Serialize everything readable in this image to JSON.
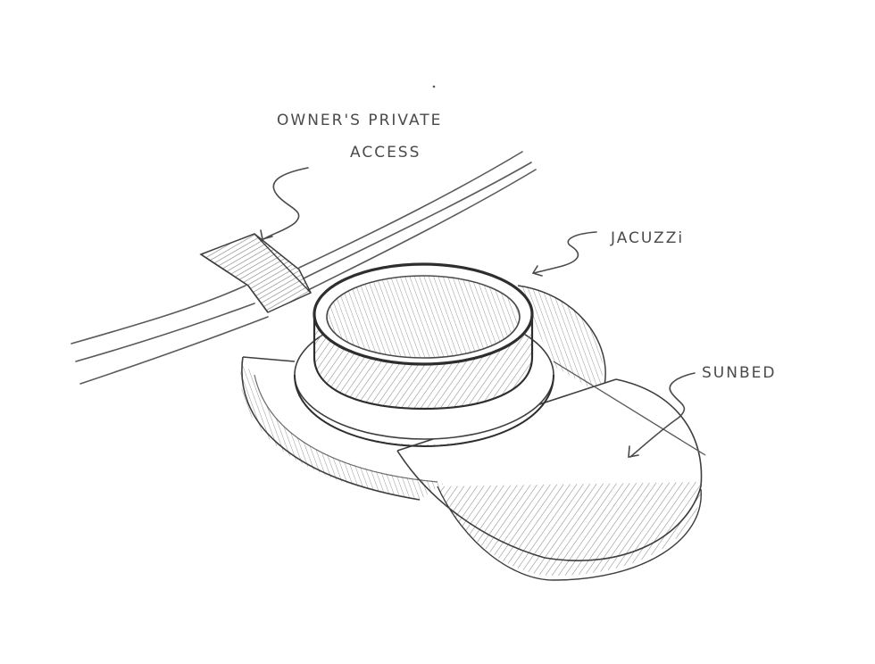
{
  "labels": {
    "owners_access_line1": "OWNER'S PRIVATE",
    "owners_access_line2": "ACCESS",
    "jacuzzi": "JACUZZi",
    "sunbed": "SUNBED"
  },
  "colors": {
    "paper": "#ffffff",
    "pencil": "#4a4a4a",
    "pencil_dark": "#2e2e2e",
    "hatch": "#8a8a8a"
  }
}
